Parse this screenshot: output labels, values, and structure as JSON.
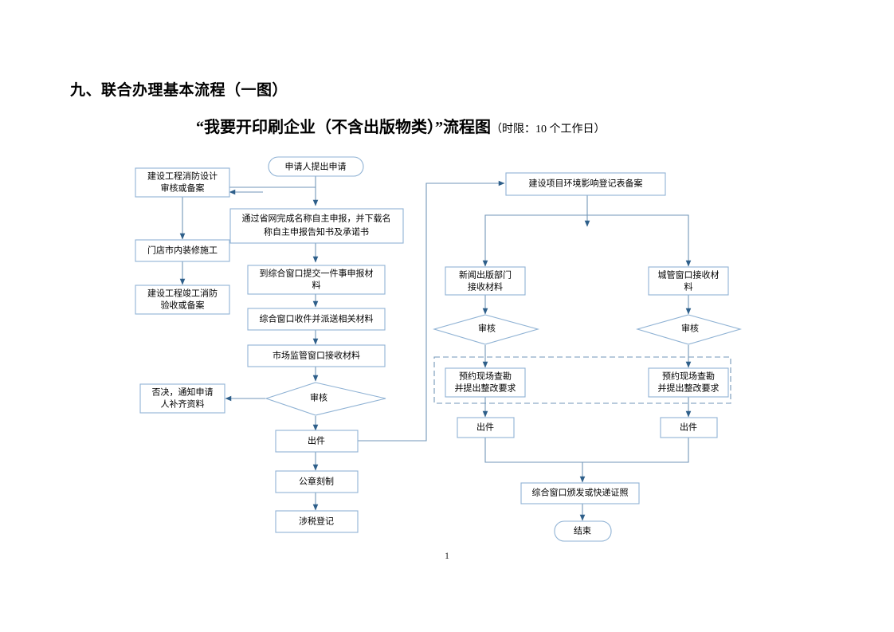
{
  "document": {
    "heading": "九、联合办理基本流程（一图）",
    "title_main": "“我要开印刷企业（不含出版物类）”流程图",
    "title_suffix": "（时限：10 个工作日）",
    "page_number": "1"
  },
  "colors": {
    "node_border": "#8fb2d4",
    "node_fill": "#ffffff",
    "connector": "#7296b8",
    "arrow": "#2e5f8a",
    "dashed_group": "#7296b8",
    "text": "#000000"
  },
  "chart_data": {
    "type": "diagram",
    "title": "“我要开印刷企业（不含出版物类）”流程图",
    "nodes": [
      {
        "id": "start",
        "label": "申请人提出申请",
        "shape": "rounded",
        "column": "center"
      },
      {
        "id": "fire_design",
        "label": "建设工程消防设计\n审核或备案",
        "shape": "rect",
        "column": "left"
      },
      {
        "id": "decor",
        "label": "门店市内装修施工",
        "shape": "rect",
        "column": "left"
      },
      {
        "id": "fire_accept",
        "label": "建设工程竣工消防\n验收或备案",
        "shape": "rect",
        "column": "left"
      },
      {
        "id": "name_decl",
        "label": "通过省网完成名称自主申报，并下载名\n称自主申报告知书及承诺书",
        "shape": "rect",
        "column": "center"
      },
      {
        "id": "submit",
        "label": "到综合窗口提交一件事申报材\n料",
        "shape": "rect",
        "column": "center"
      },
      {
        "id": "dispatch",
        "label": "综合窗口收件并派送相关材料",
        "shape": "rect",
        "column": "center"
      },
      {
        "id": "market_recv",
        "label": "市场监管窗口接收材料",
        "shape": "rect",
        "column": "center"
      },
      {
        "id": "review_c",
        "label": "审核",
        "shape": "diamond",
        "column": "center"
      },
      {
        "id": "reject",
        "label": "否决，通知申请\n人补齐资料",
        "shape": "rect",
        "column": "left"
      },
      {
        "id": "out_c",
        "label": "出件",
        "shape": "rect",
        "column": "center"
      },
      {
        "id": "seal",
        "label": "公章刻制",
        "shape": "rect",
        "column": "center"
      },
      {
        "id": "tax",
        "label": "涉税登记",
        "shape": "rect",
        "column": "center"
      },
      {
        "id": "env_record",
        "label": "建设项目环境影响登记表备案",
        "shape": "rect",
        "column": "right"
      },
      {
        "id": "press_recv",
        "label": "新闻出版部门\n接收材料",
        "shape": "rect",
        "column": "right-left"
      },
      {
        "id": "urban_recv",
        "label": "城管窗口接收材\n料",
        "shape": "rect",
        "column": "right-right"
      },
      {
        "id": "review_r1",
        "label": "审核",
        "shape": "diamond",
        "column": "right-left"
      },
      {
        "id": "review_r2",
        "label": "审核",
        "shape": "diamond",
        "column": "right-right"
      },
      {
        "id": "survey1",
        "label": "预约现场查勘\n并提出整改要求",
        "shape": "rect",
        "column": "right-left"
      },
      {
        "id": "survey2",
        "label": "预约现场查勘\n并提出整改要求",
        "shape": "rect",
        "column": "right-right"
      },
      {
        "id": "out_r1",
        "label": "出件",
        "shape": "rect",
        "column": "right-left"
      },
      {
        "id": "out_r2",
        "label": "出件",
        "shape": "rect",
        "column": "right-right"
      },
      {
        "id": "issue",
        "label": "综合窗口颁发或快递证照",
        "shape": "rect",
        "column": "right"
      },
      {
        "id": "end",
        "label": "结束",
        "shape": "rounded",
        "column": "right"
      }
    ],
    "edges": [
      {
        "from": "start",
        "to": "fire_design",
        "style": "elbow-left"
      },
      {
        "from": "start",
        "to": "name_decl",
        "style": "straight"
      },
      {
        "from": "fire_design",
        "to": "decor",
        "style": "straight"
      },
      {
        "from": "decor",
        "to": "fire_accept",
        "style": "straight"
      },
      {
        "from": "name_decl",
        "to": "submit",
        "style": "straight"
      },
      {
        "from": "submit",
        "to": "dispatch",
        "style": "straight"
      },
      {
        "from": "dispatch",
        "to": "market_recv",
        "style": "straight"
      },
      {
        "from": "market_recv",
        "to": "review_c",
        "style": "straight"
      },
      {
        "from": "review_c",
        "to": "reject",
        "style": "straight-left"
      },
      {
        "from": "review_c",
        "to": "out_c",
        "style": "straight"
      },
      {
        "from": "out_c",
        "to": "seal",
        "style": "straight"
      },
      {
        "from": "seal",
        "to": "tax",
        "style": "straight"
      },
      {
        "from": "out_c",
        "to": "env_record",
        "style": "elbow-right-up"
      },
      {
        "from": "env_record",
        "to": "press_recv",
        "style": "split-left"
      },
      {
        "from": "env_record",
        "to": "urban_recv",
        "style": "split-right"
      },
      {
        "from": "press_recv",
        "to": "review_r1",
        "style": "straight"
      },
      {
        "from": "urban_recv",
        "to": "review_r2",
        "style": "straight"
      },
      {
        "from": "review_r1",
        "to": "survey1",
        "style": "straight"
      },
      {
        "from": "review_r2",
        "to": "survey2",
        "style": "straight"
      },
      {
        "from": "survey1",
        "to": "out_r1",
        "style": "straight"
      },
      {
        "from": "survey2",
        "to": "out_r2",
        "style": "straight"
      },
      {
        "from": "out_r1",
        "to": "issue",
        "style": "merge"
      },
      {
        "from": "out_r2",
        "to": "issue",
        "style": "merge"
      },
      {
        "from": "issue",
        "to": "end",
        "style": "straight"
      }
    ],
    "groups": [
      {
        "id": "onsite-group",
        "label": "",
        "style": "dashed",
        "contains": [
          "survey1",
          "survey2"
        ]
      }
    ]
  },
  "labels": {
    "start": "申请人提出申请",
    "fire_design_l1": "建设工程消防设计",
    "fire_design_l2": "审核或备案",
    "decor": "门店市内装修施工",
    "fire_accept_l1": "建设工程竣工消防",
    "fire_accept_l2": "验收或备案",
    "name_decl_l1": "通过省网完成名称自主申报，并下载名",
    "name_decl_l2": "称自主申报告知书及承诺书",
    "submit_l1": "到综合窗口提交一件事申报材",
    "submit_l2": "料",
    "dispatch": "综合窗口收件并派送相关材料",
    "market_recv": "市场监管窗口接收材料",
    "review_c": "审核",
    "reject_l1": "否决，通知申请",
    "reject_l2": "人补齐资料",
    "out_c": "出件",
    "seal": "公章刻制",
    "tax": "涉税登记",
    "env_record": "建设项目环境影响登记表备案",
    "press_recv_l1": "新闻出版部门",
    "press_recv_l2": "接收材料",
    "urban_recv_l1": "城管窗口接收材",
    "urban_recv_l2": "料",
    "review_r1": "审核",
    "review_r2": "审核",
    "survey1_l1": "预约现场查勘",
    "survey1_l2": "并提出整改要求",
    "survey2_l1": "预约现场查勘",
    "survey2_l2": "并提出整改要求",
    "out_r1": "出件",
    "out_r2": "出件",
    "issue": "综合窗口颁发或快递证照",
    "end": "结束"
  }
}
